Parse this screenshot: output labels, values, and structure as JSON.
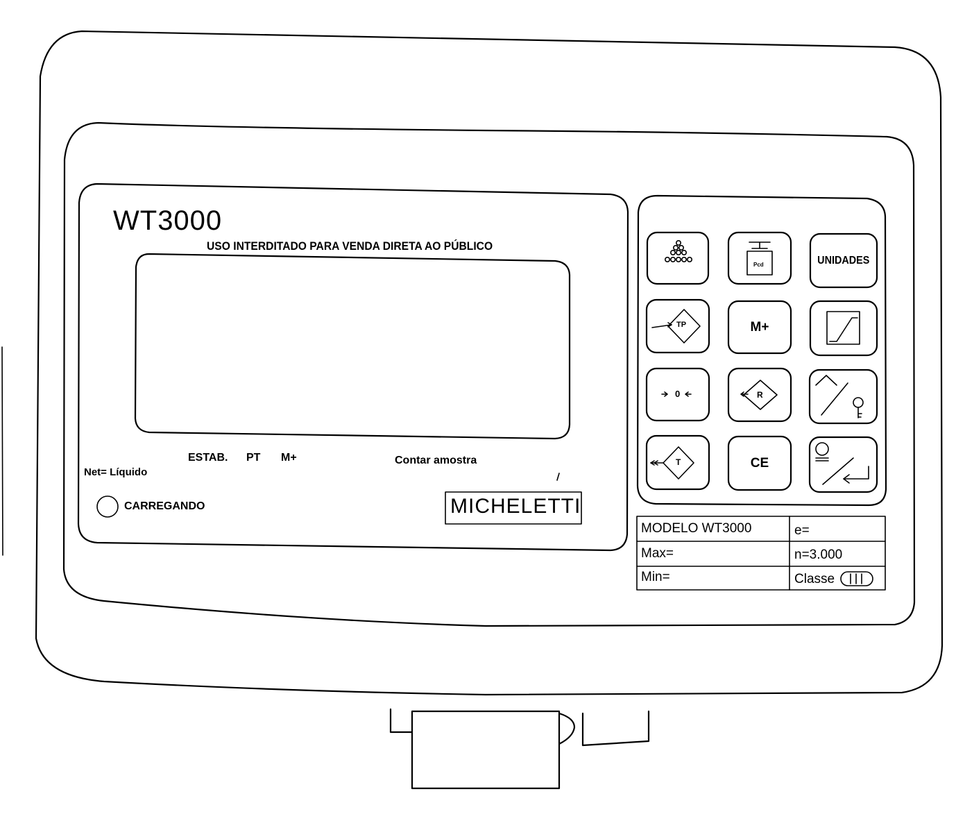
{
  "device": {
    "model_title": "WT3000",
    "warning": "USO INTERDITADO PARA VENDA DIRETA AO PÚBLICO",
    "brand": "MICHELETTI"
  },
  "indicators": {
    "net": "Net= Líquido",
    "stable": "ESTAB.",
    "pt": "PT",
    "m_plus": "M+",
    "count_sample": "Contar amostra",
    "charging": "CARREGANDO"
  },
  "keypad": {
    "units": "UNIDADES",
    "memory_add": "M+",
    "clear": "CE",
    "tare_preset": "TP",
    "zero": "0",
    "recall": "R",
    "tare": "T",
    "weight_label": "Pcd"
  },
  "spec_table": {
    "model": "MODELO WT3000",
    "e": "e=",
    "max": "Max=",
    "n": "n=3.000",
    "min": "Min=",
    "class": "Classe"
  }
}
